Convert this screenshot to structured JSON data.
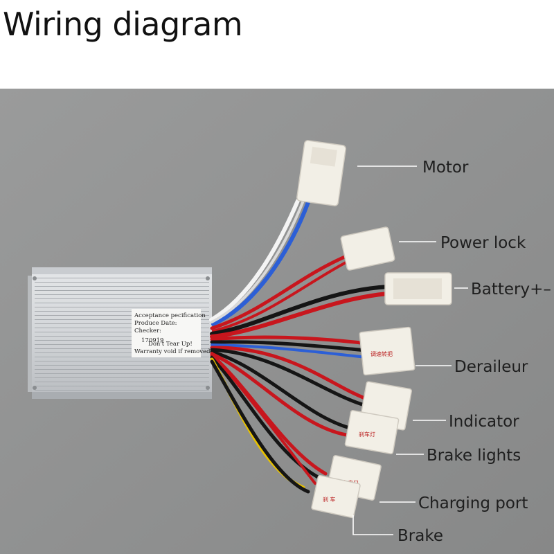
{
  "title": "Wiring diagram",
  "labels": {
    "motor": "Motor",
    "power_lock": "Power lock",
    "battery": "Battery+–",
    "derailleur": "Deraileur",
    "indicator": "Indicator",
    "brake_lights": "Brake lights",
    "charging_port": "Charging port",
    "brake": "Brake"
  },
  "sticker": {
    "line1": "Acceptance pecification",
    "line2": "Produce Date:",
    "line3": "Checker:",
    "line4": "Don't Tear Up!",
    "line5": "Warranty void if removed",
    "serial": "170919"
  },
  "connector_marks": {
    "derailleur": "调速转把",
    "brake_lights": "刹车灯",
    "charging_port": "充电口",
    "brake": "刹  车"
  },
  "colors": {
    "background": "#8f9090",
    "wire_red": "#c8161d",
    "wire_black": "#151515",
    "wire_blue": "#2c5fd6",
    "wire_yellow": "#e8c200",
    "wire_white": "#f4f4f4",
    "connector": "#f2efe6"
  }
}
